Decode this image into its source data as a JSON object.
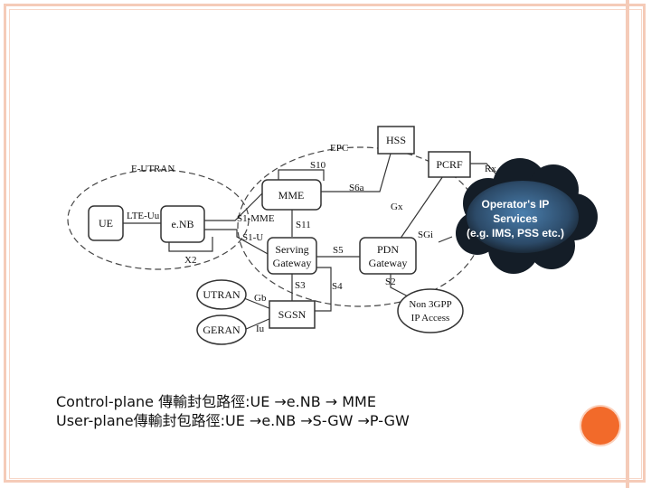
{
  "diagram": {
    "region_labels": {
      "e_utran": "E-UTRAN",
      "epc": "EPC"
    },
    "nodes": {
      "ue": "UE",
      "enb": "e.NB",
      "mme": "MME",
      "hss": "HSS",
      "pcrf": "PCRF",
      "serving_gateway_1": "Serving",
      "serving_gateway_2": "Gateway",
      "pdn_gateway_1": "PDN",
      "pdn_gateway_2": "Gateway",
      "sgsn": "SGSN",
      "utran": "UTRAN",
      "geran": "GERAN",
      "non3gpp_1": "Non 3GPP",
      "non3gpp_2": "IP Access"
    },
    "interfaces": {
      "lte_uu": "LTE-Uu",
      "x2": "X2",
      "s1_mme": "S1-MME",
      "s1_u": "S1-U",
      "s10": "S10",
      "s11": "S11",
      "s6a": "S6a",
      "s5": "S5",
      "gx": "Gx",
      "sgi": "SGi",
      "rx": "Rx",
      "s3": "S3",
      "s4": "S4",
      "s2": "S2",
      "gb": "Gb",
      "iu": "Iu"
    },
    "cloud": {
      "line1": "Operator's IP",
      "line2": "Services",
      "line3": "(e.g. IMS, PSS etc.)"
    }
  },
  "caption": {
    "line1": "Control-plane 傳輸封包路徑:UE →e.NB → MME",
    "line2": "User-plane傳輸封包路徑:UE →e.NB →S-GW →P-GW"
  },
  "colors": {
    "frame": "#f5cbb8",
    "accent_circle": "#f26a2a",
    "cloud_dark": "#1d2b3a",
    "cloud_light": "#3f6f99"
  }
}
